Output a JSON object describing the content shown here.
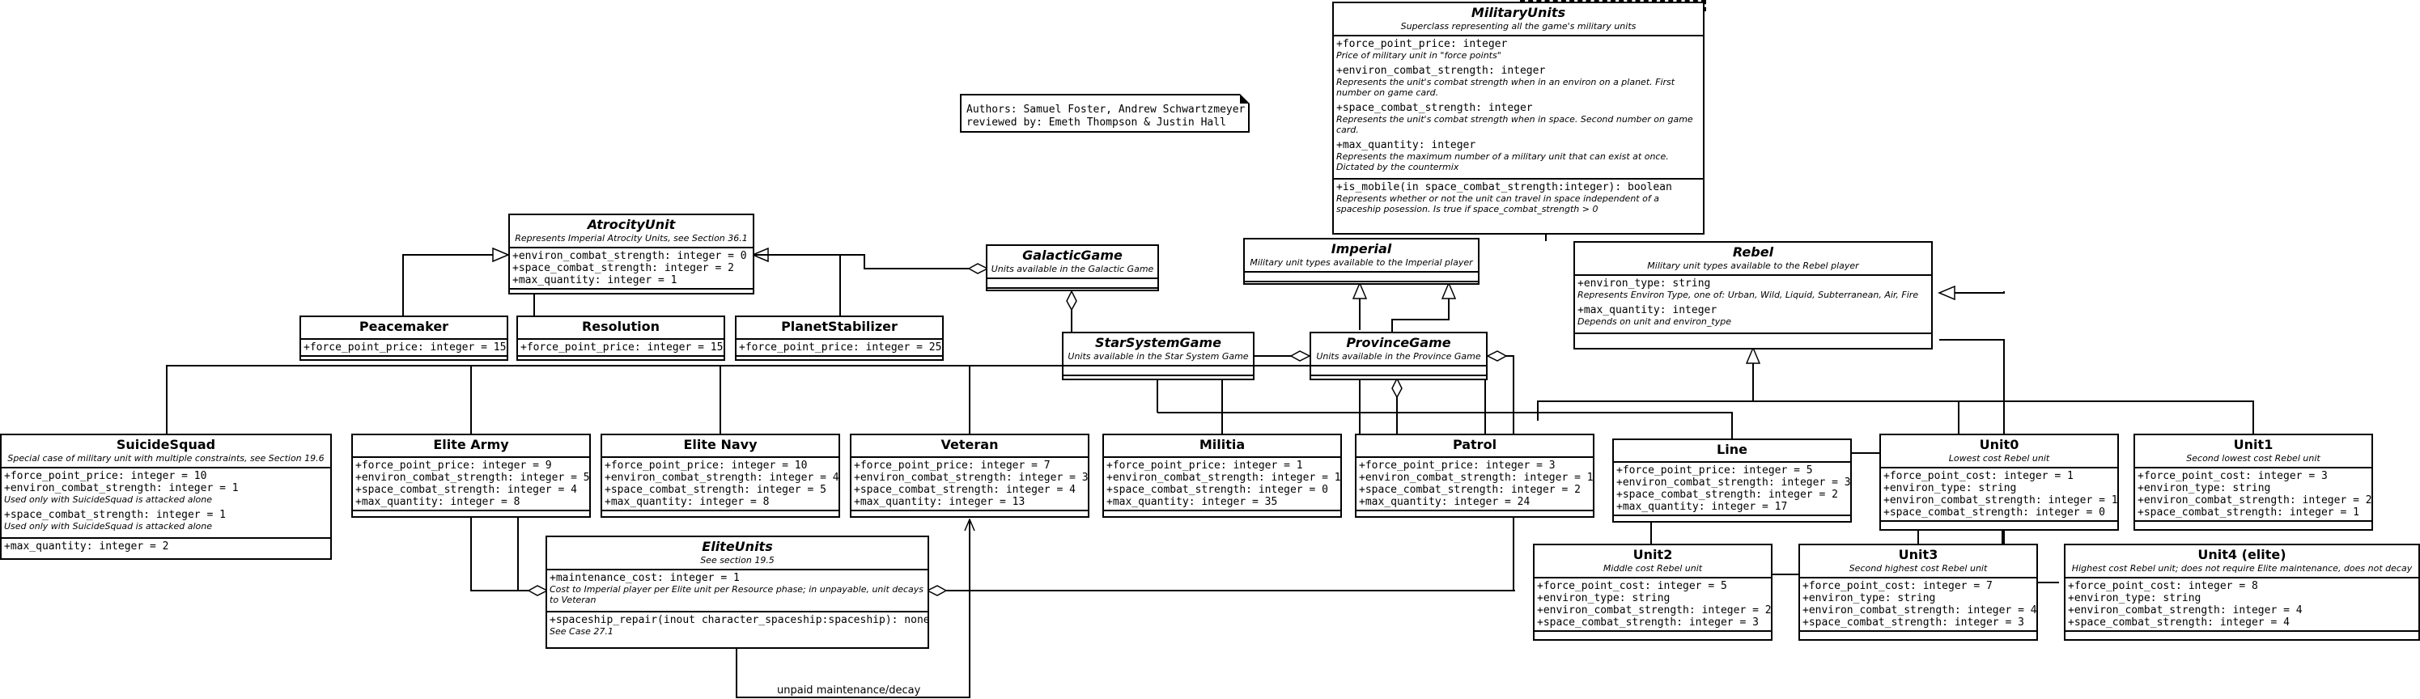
{
  "note": {
    "line1": "Authors: Samuel Foster, Andrew Schwartzmeyer",
    "line2": "reviewed by: Emeth Thompson & Justin Hall"
  },
  "edge_label": "unpaid maintenance/decay",
  "classes": {
    "military_units": {
      "name": "MilitaryUnits",
      "desc": "Superclass representing all the game's military units",
      "attributes": [
        {
          "sig": "+force_point_price: integer",
          "note": "Price of military unit in \"force points\""
        },
        {
          "sig": "+environ_combat_strength: integer",
          "note": "Represents the unit's combat strength when in an environ on a planet. First number on game card."
        },
        {
          "sig": "+space_combat_strength: integer",
          "note": "Represents the unit's combat strength when in space. Second number on game card."
        },
        {
          "sig": "+max_quantity: integer",
          "note": "Represents the maximum number of a military unit that can exist at once. Dictated by the countermix"
        }
      ],
      "operations": [
        {
          "sig": "+is_mobile(in space_combat_strength:integer): boolean",
          "note": "Represents whether or not the unit can travel in space independent of a spaceship posession. Is true if space_combat_strength > 0"
        }
      ]
    },
    "atrocity_unit": {
      "name": "AtrocityUnit",
      "desc": "Represents Imperial Atrocity Units, see Section 36.1",
      "attributes": [
        {
          "sig": "+environ_combat_strength: integer = 0"
        },
        {
          "sig": "+space_combat_strength: integer = 2"
        },
        {
          "sig": "+max_quantity: integer = 1"
        }
      ]
    },
    "galactic_game": {
      "name": "GalacticGame",
      "desc": "Units available in the Galactic Game"
    },
    "imperial": {
      "name": "Imperial",
      "desc": "Military unit types available to the Imperial player"
    },
    "rebel": {
      "name": "Rebel",
      "desc": "Military unit types available to the Rebel player",
      "attributes": [
        {
          "sig": "+environ_type: string",
          "note": "Represents Environ Type, one of: Urban, Wild, Liquid, Subterranean, Air, Fire"
        },
        {
          "sig": "+max_quantity: integer",
          "note": "Depends on unit and environ_type"
        }
      ]
    },
    "peacemaker": {
      "name": "Peacemaker",
      "attributes": [
        {
          "sig": "+force_point_price: integer = 15"
        }
      ]
    },
    "resolution": {
      "name": "Resolution",
      "attributes": [
        {
          "sig": "+force_point_price: integer = 15"
        }
      ]
    },
    "planet_stabilizer": {
      "name": "PlanetStabilizer",
      "attributes": [
        {
          "sig": "+force_point_price: integer = 25"
        }
      ]
    },
    "star_system_game": {
      "name": "StarSystemGame",
      "desc": "Units available in the Star System Game"
    },
    "province_game": {
      "name": "ProvinceGame",
      "desc": "Units available in the Province Game"
    },
    "suicide_squad": {
      "name": "SuicideSquad",
      "desc": "Special case of military unit with multiple constraints, see Section 19.6",
      "attributes": [
        {
          "sig": "+force_point_price: integer = 10"
        },
        {
          "sig": "+environ_combat_strength: integer = 1",
          "note": "Used only with SuicideSquad is attacked alone"
        },
        {
          "sig": "+space_combat_strength: integer = 1",
          "note": "Used only with SuicideSquad is attacked alone"
        }
      ],
      "operations": [
        {
          "sig": "+max_quantity: integer = 2"
        }
      ]
    },
    "elite_army": {
      "name": "Elite Army",
      "attributes": [
        {
          "sig": "+force_point_price: integer = 9"
        },
        {
          "sig": "+environ_combat_strength: integer = 5"
        },
        {
          "sig": "+space_combat_strength: integer = 4"
        },
        {
          "sig": "+max_quantity: integer = 8"
        }
      ]
    },
    "elite_navy": {
      "name": "Elite Navy",
      "attributes": [
        {
          "sig": "+force_point_price: integer = 10"
        },
        {
          "sig": "+environ_combat_strength: integer = 4"
        },
        {
          "sig": "+space_combat_strength: integer = 5"
        },
        {
          "sig": "+max_quantity: integer = 8"
        }
      ]
    },
    "veteran": {
      "name": "Veteran",
      "attributes": [
        {
          "sig": "+force_point_price: integer = 7"
        },
        {
          "sig": "+environ_combat_strength: integer = 3"
        },
        {
          "sig": "+space_combat_strength: integer = 4"
        },
        {
          "sig": "+max_quantity: integer = 13"
        }
      ]
    },
    "militia": {
      "name": "Militia",
      "attributes": [
        {
          "sig": "+force_point_price: integer = 1"
        },
        {
          "sig": "+environ_combat_strength: integer = 1"
        },
        {
          "sig": "+space_combat_strength: integer = 0"
        },
        {
          "sig": "+max_quantity: integer = 35"
        }
      ]
    },
    "patrol": {
      "name": "Patrol",
      "attributes": [
        {
          "sig": "+force_point_price: integer = 3"
        },
        {
          "sig": "+environ_combat_strength: integer = 1"
        },
        {
          "sig": "+space_combat_strength: integer = 2"
        },
        {
          "sig": "+max_quantity: integer = 24"
        }
      ]
    },
    "line": {
      "name": "Line",
      "attributes": [
        {
          "sig": "+force_point_price: integer = 5"
        },
        {
          "sig": "+environ_combat_strength: integer = 3"
        },
        {
          "sig": "+space_combat_strength: integer = 2"
        },
        {
          "sig": "+max_quantity: integer = 17"
        }
      ]
    },
    "unit0": {
      "name": "Unit0",
      "desc": "Lowest cost Rebel unit",
      "attributes": [
        {
          "sig": "+force_point_cost: integer = 1"
        },
        {
          "sig": "+environ_type: string"
        },
        {
          "sig": "+environ_combat_strength: integer = 1"
        },
        {
          "sig": "+space_combat_strength: integer = 0"
        }
      ]
    },
    "unit1": {
      "name": "Unit1",
      "desc": "Second lowest cost Rebel unit",
      "attributes": [
        {
          "sig": "+force_point_cost: integer = 3"
        },
        {
          "sig": "+environ_type: string"
        },
        {
          "sig": "+environ_combat_strength: integer = 2"
        },
        {
          "sig": "+space_combat_strength: integer = 1"
        }
      ]
    },
    "elite_units": {
      "name": "EliteUnits",
      "desc": "See section 19.5",
      "attributes": [
        {
          "sig": "+maintenance_cost: integer = 1",
          "note": "Cost to Imperial player per Elite unit per Resource phase; in unpayable, unit decays to Veteran"
        }
      ],
      "operations": [
        {
          "sig": "+spaceship_repair(inout character_spaceship:spaceship): none",
          "note": "See Case 27.1"
        }
      ]
    },
    "unit2": {
      "name": "Unit2",
      "desc": "Middle cost Rebel unit",
      "attributes": [
        {
          "sig": "+force_point_cost: integer = 5"
        },
        {
          "sig": "+environ_type: string"
        },
        {
          "sig": "+environ_combat_strength: integer = 2"
        },
        {
          "sig": "+space_combat_strength: integer = 3"
        }
      ]
    },
    "unit3": {
      "name": "Unit3",
      "desc": "Second highest cost Rebel unit",
      "attributes": [
        {
          "sig": "+force_point_cost: integer = 7"
        },
        {
          "sig": "+environ_type: string"
        },
        {
          "sig": "+environ_combat_strength: integer = 4"
        },
        {
          "sig": "+space_combat_strength: integer = 3"
        }
      ]
    },
    "unit4": {
      "name": "Unit4 (elite)",
      "desc": "Highest cost Rebel unit; does not require Elite maintenance, does not decay",
      "attributes": [
        {
          "sig": "+force_point_cost: integer = 8"
        },
        {
          "sig": "+environ_type: string"
        },
        {
          "sig": "+environ_combat_strength: integer = 4"
        },
        {
          "sig": "+space_combat_strength: integer = 4"
        }
      ]
    }
  }
}
